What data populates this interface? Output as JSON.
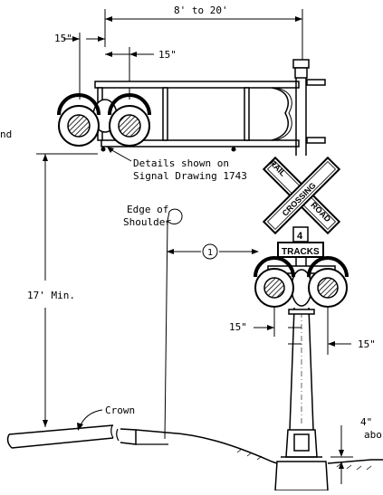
{
  "dimensions": {
    "mast_arm_length": "8' to 20'",
    "left_offset_top": "15\"",
    "right_offset_top": "15\"",
    "clearance_height": "17' Min.",
    "lower_left_offset": "15\"",
    "lower_right_offset": "15\"",
    "foundation_height": "4\"",
    "foundation_suffix": "abo"
  },
  "labels": {
    "partial_left": "nd",
    "details_line1": "Details shown on",
    "details_line2": "Signal Drawing 1743",
    "edge_line1": "Edge of",
    "edge_line2": "Shoulder",
    "callout_number": "1",
    "crown": "Crown"
  },
  "crossbuck": {
    "word_rail": "RAIL",
    "word_road": "ROAD",
    "word_crossing": "CROSSING"
  },
  "track_sign": {
    "number": "4",
    "word": "TRACKS"
  }
}
